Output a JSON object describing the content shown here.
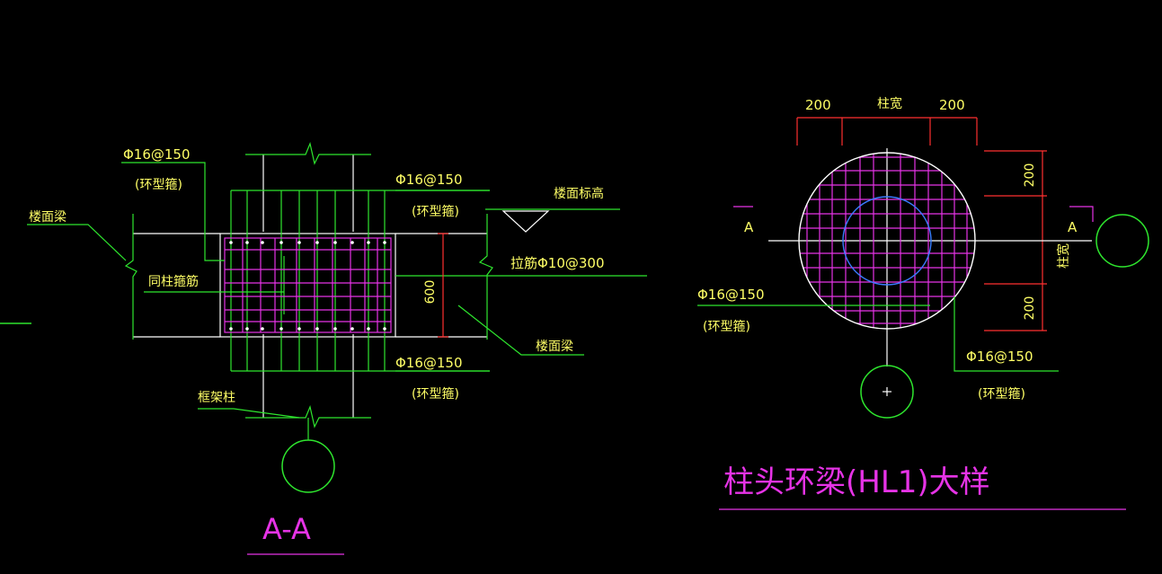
{
  "colors": {
    "background": "#000000",
    "green": "#2ee62e",
    "magenta": "#e633e6",
    "white": "#ffffff",
    "yellow": "#ffff66",
    "red": "#ff3030",
    "blue": "#3a7bff"
  },
  "section": {
    "top_stirrup_label": "Φ16@150",
    "top_stirrup_note": "(环型箍)",
    "top_right_stirrup_label": "Φ16@150",
    "top_right_stirrup_note": "(环型箍)",
    "floor_elevation": "楼面标高",
    "floor_beam_left": "楼面梁",
    "same_column_rebar": "同柱箍筋",
    "tie_rebar": "拉筋Φ10@300",
    "height_dim": "600",
    "floor_beam_right": "楼面梁",
    "bottom_stirrup_label": "Φ16@150",
    "bottom_stirrup_note": "(环型箍)",
    "frame_column": "框架柱",
    "title": "A-A"
  },
  "plan": {
    "dim_left": "200",
    "dim_mid": "柱宽",
    "dim_right": "200",
    "dim_right_top": "200",
    "dim_right_mid": "柱宽",
    "dim_right_bottom": "200",
    "section_mark_left": "A",
    "section_mark_right": "A",
    "left_stirrup_label": "Φ16@150",
    "left_stirrup_note": "(环型箍)",
    "right_stirrup_label": "Φ16@150",
    "right_stirrup_note": "(环型箍)",
    "title": "柱头环梁(HL1)大样"
  }
}
